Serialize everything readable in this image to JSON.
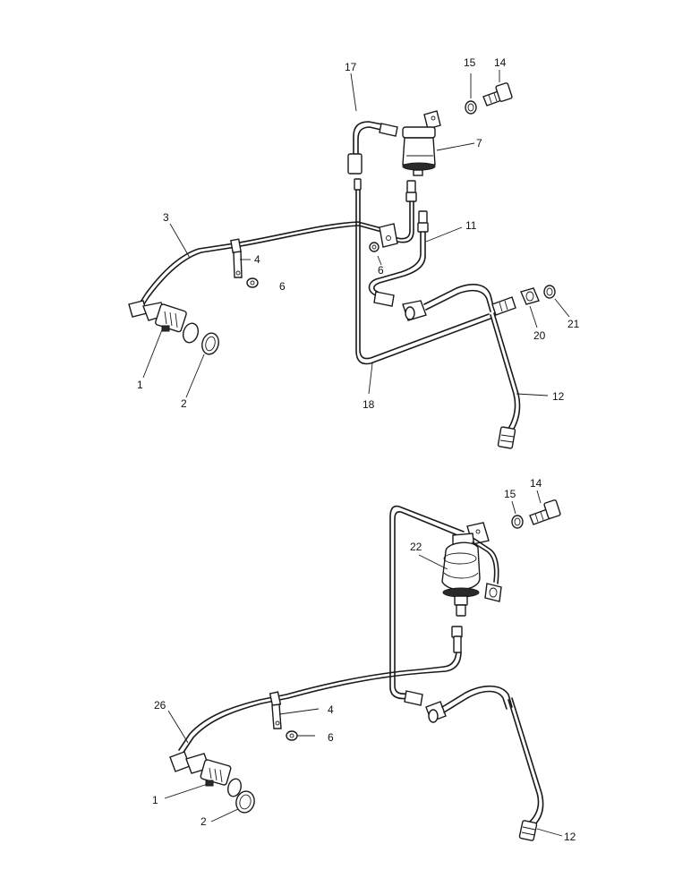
{
  "callouts": {
    "top": {
      "n17": "17",
      "n15": "15",
      "n14": "14",
      "n7": "7",
      "n3": "3",
      "n11": "11",
      "n4": "4",
      "n6a": "6",
      "n6b": "6",
      "n1": "1",
      "n2": "2",
      "n18": "18",
      "n20": "20",
      "n21": "21",
      "n12": "12"
    },
    "bottom": {
      "n15": "15",
      "n14": "14",
      "n22": "22",
      "n26": "26",
      "n4": "4",
      "n6": "6",
      "n1": "1",
      "n2": "2",
      "n12": "12"
    }
  }
}
